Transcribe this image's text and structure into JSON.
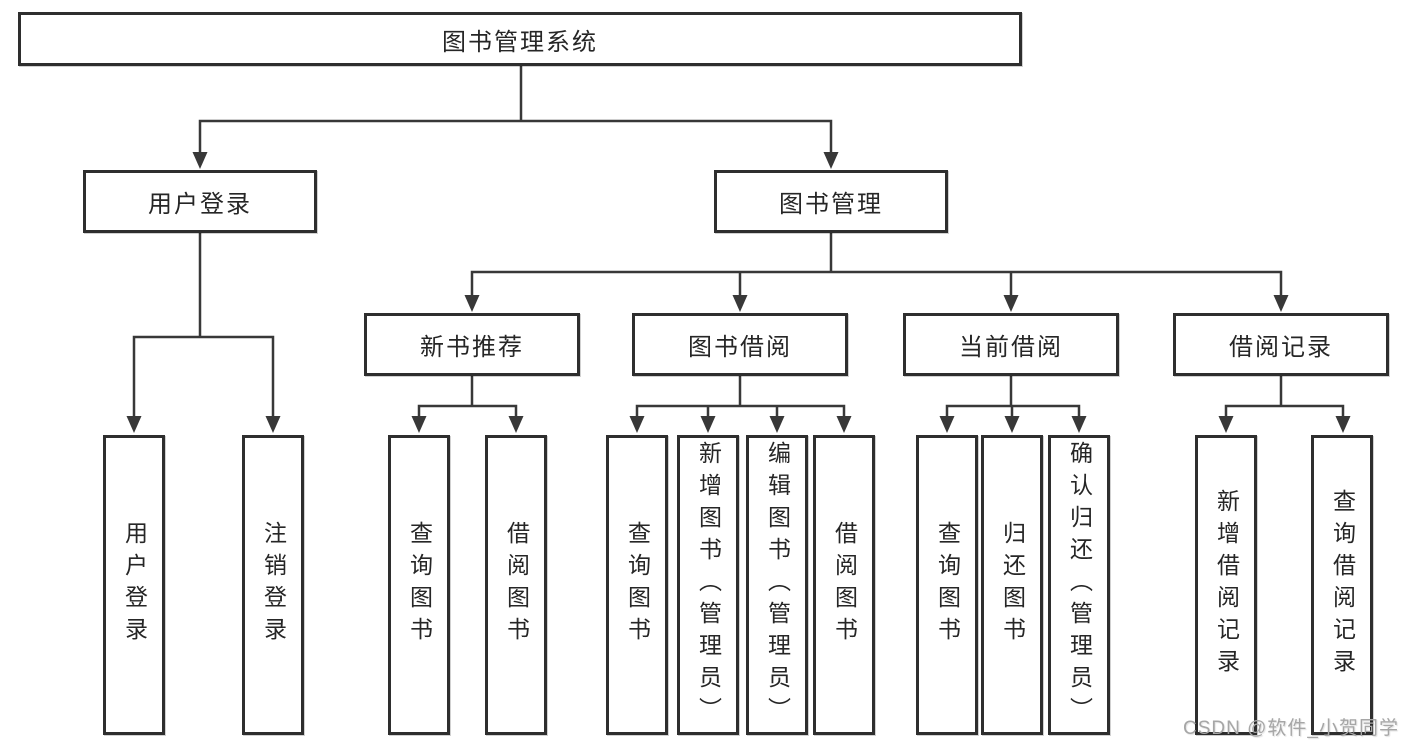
{
  "diagram": {
    "root": {
      "label": "图书管理系统"
    },
    "level2": [
      {
        "label": "用户登录"
      },
      {
        "label": "图书管理"
      }
    ],
    "level3": [
      {
        "label": "新书推荐",
        "parent": "图书管理"
      },
      {
        "label": "图书借阅",
        "parent": "图书管理"
      },
      {
        "label": "当前借阅",
        "parent": "图书管理"
      },
      {
        "label": "借阅记录",
        "parent": "图书管理"
      }
    ],
    "leaves": [
      {
        "label": "用户登录",
        "parent": "用户登录"
      },
      {
        "label": "注销登录",
        "parent": "用户登录"
      },
      {
        "label": "查询图书",
        "parent": "新书推荐"
      },
      {
        "label": "借阅图书",
        "parent": "新书推荐"
      },
      {
        "label": "查询图书",
        "parent": "图书借阅"
      },
      {
        "label": "新增图书（管理员）",
        "parent": "图书借阅"
      },
      {
        "label": "编辑图书（管理员）",
        "parent": "图书借阅"
      },
      {
        "label": "借阅图书",
        "parent": "图书借阅"
      },
      {
        "label": "查询图书",
        "parent": "当前借阅"
      },
      {
        "label": "归还图书",
        "parent": "当前借阅"
      },
      {
        "label": "确认归还（管理员）",
        "parent": "当前借阅"
      },
      {
        "label": "新增借阅记录",
        "parent": "借阅记录"
      },
      {
        "label": "查询借阅记录",
        "parent": "借阅记录"
      }
    ]
  },
  "watermark": "CSDN @软件_小贺同学",
  "colors": {
    "line": "#383838",
    "border": "#2e2e2e",
    "text": "#262626",
    "watermark": "#a6a6a6"
  }
}
